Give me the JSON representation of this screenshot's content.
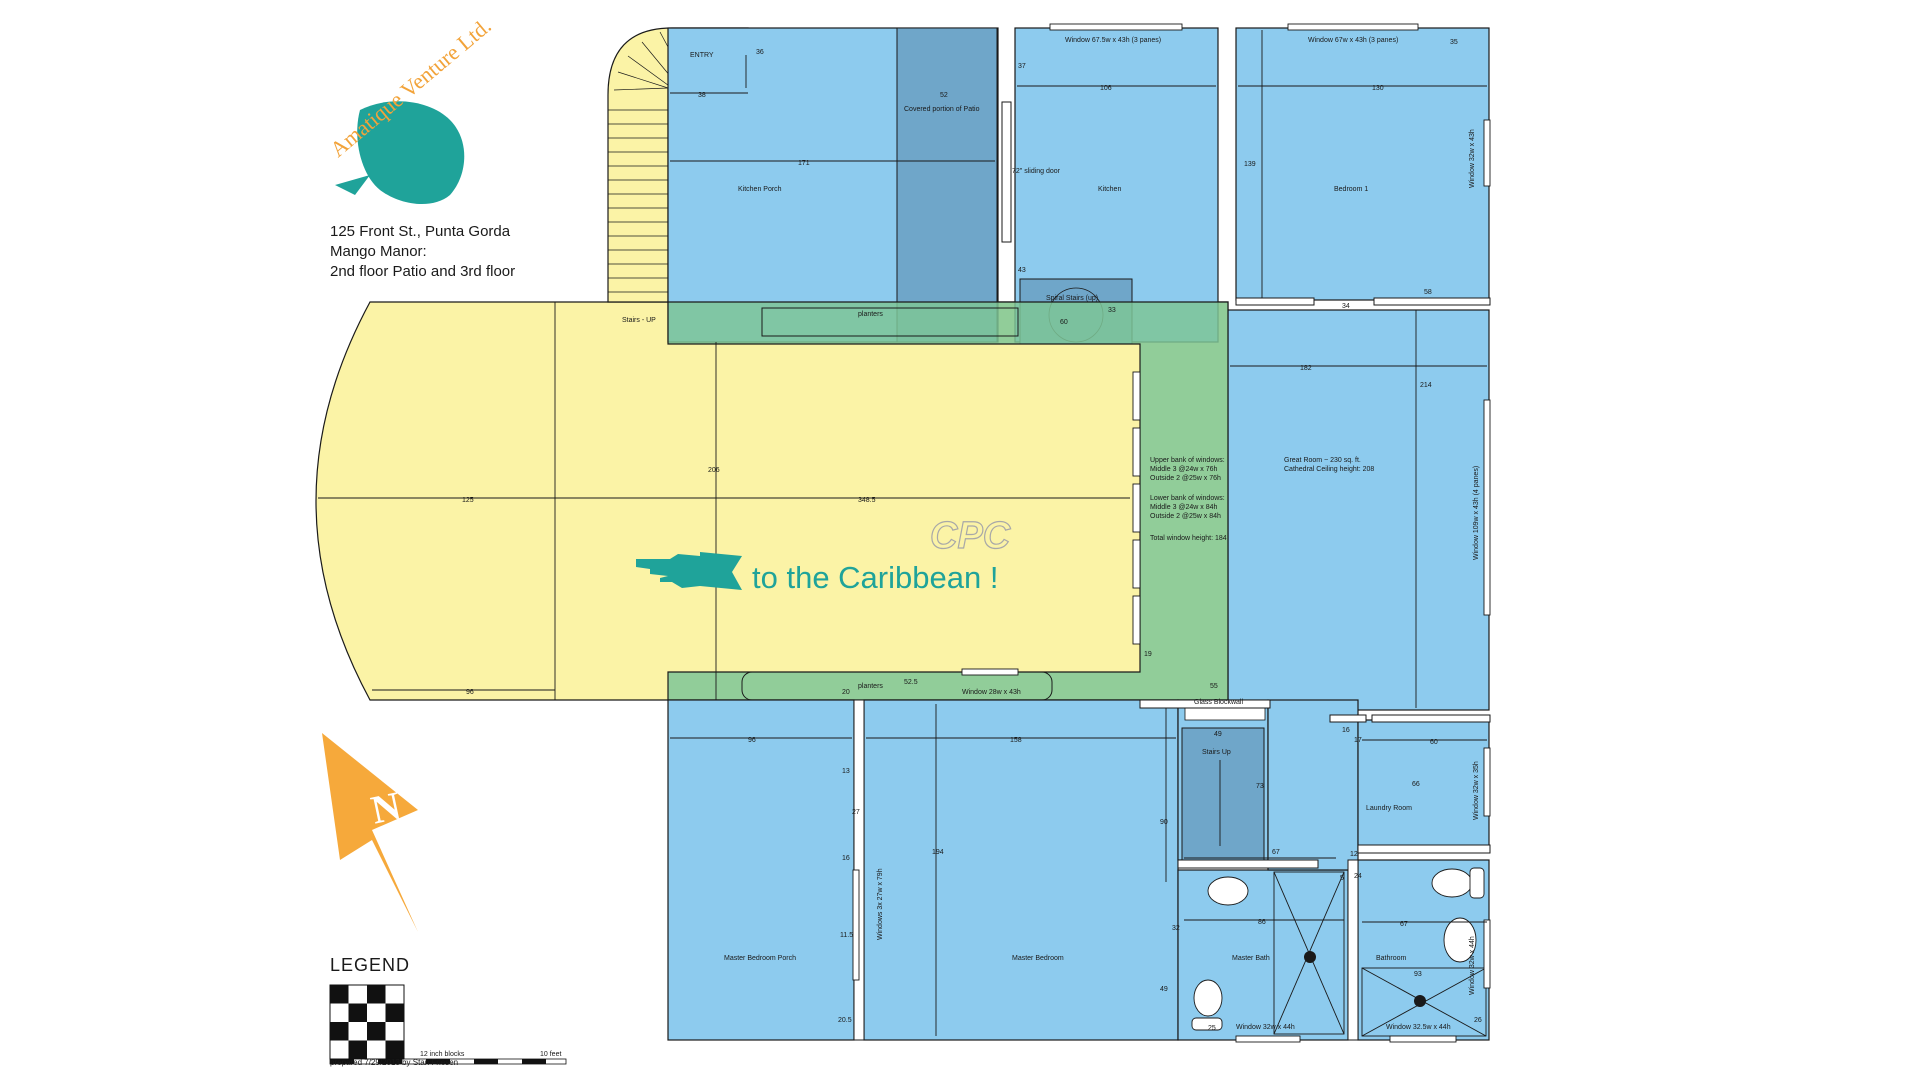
{
  "address": {
    "line1": "125 Front St., Punta Gorda",
    "line2": "Mango Manor:",
    "line3": "2nd floor Patio and 3rd floor"
  },
  "logo": {
    "text": "Amatique Venture Ltd.",
    "color": "#f2a33a",
    "accent": "#1fa39a"
  },
  "compass": {
    "letter": "N",
    "color": "#f6a93b",
    "icon": "north-arrow-icon"
  },
  "legend": {
    "title": "LEGEND",
    "blocks_label": "12 inch blocks",
    "scale_label": "10 feet",
    "prepared": "prepared 7/29/2013 by Stan Friesen"
  },
  "banner": {
    "text": "to the Caribbean !",
    "color": "#1fa39a",
    "icon": "pointing-hand-icon"
  },
  "watermark": "CPC",
  "colors": {
    "room": "#8dcbee",
    "patio": "#fbf3a6",
    "green": "#7ec596",
    "dark": "#6fa6c9"
  },
  "rooms": {
    "kitchen_porch": "Kitchen Porch",
    "covered_patio": "Covered portion of Patio",
    "kitchen": "Kitchen",
    "bedroom1": "Bedroom 1",
    "great_room_1": "Great Room  ~ 230 sq. ft.",
    "great_room_2": "Cathedral Ceiling height: 208",
    "master_porch": "Master Bedroom Porch",
    "master_bedroom": "Master Bedroom",
    "master_bath": "Master Bath",
    "bathroom": "Bathroom",
    "laundry": "Laundry Room",
    "stairs_up": "Stairs Up",
    "stairs_up_patio": "Stairs - UP",
    "spiral": "Spiral Stairs (up)",
    "entry": "ENTRY",
    "planters_top": "planters",
    "planters_bottom": "planters",
    "glass_block": "Glass Blockwall",
    "sliding_door": "72\" sliding door"
  },
  "windows": {
    "kitchen_top": "Window 67.5w x 43h (3 panes)",
    "bed1_top": "Window 67w x 43h (3 panes)",
    "bed1_side": "Window 32w x 43h",
    "great_side": "Window 109w x 43h (4 panes)",
    "master_bottom": "Window 28w x 43h",
    "porch_side": "Windows 3x 27w x 79h",
    "laundry_side": "Window 32w x 35h",
    "bath_side": "Window 32w x 44h",
    "master_bath_bottom": "Window 32w x 44h",
    "bathroom_bottom": "Window 32.5w x 44h",
    "upper_bank_1": "Upper bank of windows:",
    "upper_bank_2": "Middle 3 @24w x 76h",
    "upper_bank_3": "Outside 2 @25w x 76h",
    "lower_bank_1": "Lower bank of windows:",
    "lower_bank_2": "Middle 3 @24w x 84h",
    "lower_bank_3": "Outside 2 @25w x 84h",
    "total_height": "Total window height: 184"
  },
  "dims": {
    "d36": "36",
    "d38": "38",
    "d52": "52",
    "d171": "171",
    "d37": "37",
    "d106": "106",
    "d43": "43",
    "d130": "130",
    "d35": "35",
    "d139": "139",
    "d34": "34",
    "d58": "58",
    "d33": "33",
    "d60a": "60",
    "d182": "182",
    "d214": "214",
    "d206": "206",
    "d125": "125",
    "d348": "348.5",
    "d96a": "96",
    "d19": "19",
    "d55": "55",
    "d20": "20",
    "d525": "52.5",
    "d49a": "49",
    "d16a": "16",
    "d17": "17",
    "d60b": "60",
    "d96b": "96",
    "d158": "158",
    "d13": "13",
    "d27": "27",
    "d194": "194",
    "d90": "90",
    "d73": "73",
    "d66": "66",
    "d67a": "67",
    "d16b": "16",
    "d115": "11.5",
    "d205": "20.5",
    "d32": "32",
    "d86": "86",
    "d67b": "67",
    "d49b": "49",
    "d25": "25",
    "d93": "93",
    "d26": "26",
    "d12": "12",
    "d24": "24",
    "d5": "5"
  }
}
